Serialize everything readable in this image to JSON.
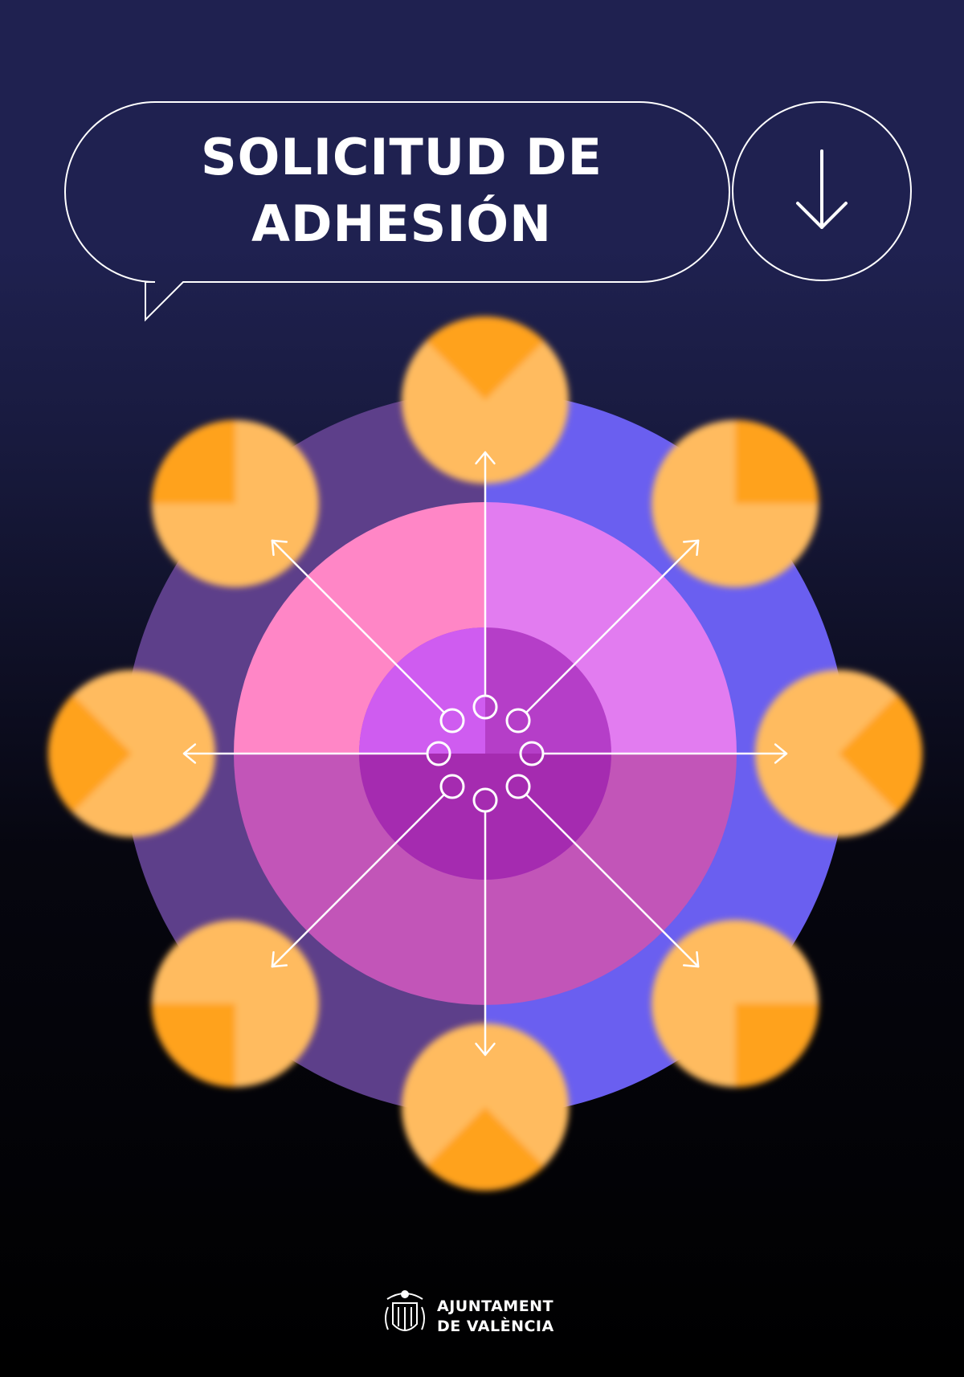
{
  "header": {
    "title_lines": [
      "SOLICITUD DE",
      "ADHESIÓN"
    ],
    "download_icon": "arrow-down-icon"
  },
  "footer": {
    "logo_lines": [
      "AJUNTAMENT",
      "DE VALÈNCIA"
    ],
    "logo_icon": "city-coat-of-arms-icon"
  },
  "colors": {
    "background_top": "#1f2150",
    "background_bottom": "#000000",
    "outer_ring_left": "#5d3f8a",
    "outer_ring_right": "#6a5ff0",
    "middle_ring_top_left": "#ff86c6",
    "middle_ring_top_right": "#e27cf0",
    "middle_ring_bottom": "#c255b8",
    "inner_disc_light": "#cf5cf0",
    "inner_disc_dark": "#a026a8",
    "satellite_light": "#ffbb5e",
    "satellite_dark": "#ffa21f",
    "line_color": "#ffffff"
  }
}
